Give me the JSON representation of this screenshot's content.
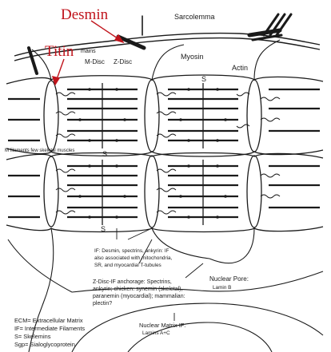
{
  "labels": {
    "desmin_callout": "Desmin",
    "titin_callout": "Titin",
    "sarcolemma": "Sarcolemma",
    "mains": "mains",
    "m_disc": "M-Disc",
    "z_disc": "Z-Disc",
    "myosin": "Myosin",
    "actin": "Actin",
    "s_top": "S",
    "s_mid": "S",
    "s_bottom": "S",
    "filaments_note": "M filaments  few skeletal muscles",
    "if_line1": "IF: Desmin, spectrins, ankyrin: IF",
    "if_line2": "also associated with mitochondria,",
    "if_line3": "SR, and myocardial T-tubules",
    "anch_line1": "Z-Disc-IF anchorage: Spectrins,",
    "anch_line2": "ankyrin; chicken: synemin (skeletal),",
    "anch_line3": "paranemin (myocardial); mammalian:",
    "anch_line4": "plectin?",
    "nuclear_pore": "Nuclear Pore:",
    "lamin_b": "Lamin B",
    "nuclear_matrix": "Nuclear Matrix IF:",
    "lamins_ac": "Lamins A+C",
    "legend_ecm": "ECM= Extracellular Matrix",
    "legend_if": "IF= Intermediate Filaments",
    "legend_s": "S= Skelemins",
    "legend_sgp": "Sgp= Sialoglycoprotein"
  },
  "colors": {
    "callout_red": "#c0141c",
    "ink": "#1a1a1a"
  }
}
